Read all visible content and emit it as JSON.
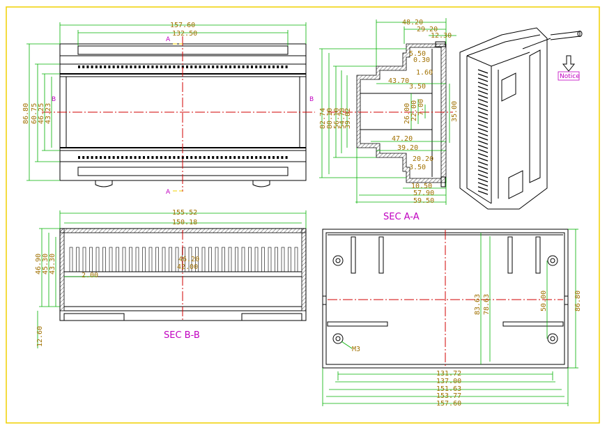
{
  "colors": {
    "frame": "#f0d000",
    "outline": "#000000",
    "dimension_line": "#00b000",
    "dimension_text": "#a07000",
    "center_line": "#d00000",
    "section_label": "#c000c0"
  },
  "front_view": {
    "dims_top": [
      "157.60",
      "132.50"
    ],
    "dims_left": [
      "86.80",
      "60.75",
      "46.25",
      "43.23"
    ],
    "section_marks": {
      "a_top": "A",
      "a_bottom": "A",
      "b_left": "B",
      "b_right": "B"
    }
  },
  "section_a": {
    "label": "SEC A-A",
    "dims_top": [
      "48.20",
      "29.20",
      "12.30"
    ],
    "dims_left": [
      "82.74",
      "80.10",
      "56.10",
      "54.78",
      "39.82"
    ],
    "dims_inner": [
      "5.50",
      "0.30",
      "1.60",
      "43.70",
      "3.50",
      "26.00",
      "22.00",
      "7.00",
      "35.00",
      "47.20",
      "39.20",
      "20.20",
      "3.50"
    ],
    "dims_bottom": [
      "10.50",
      "57.90",
      "59.50"
    ]
  },
  "iso_view": {
    "notice_label": "Notice",
    "arrow_icon": "down-arrow-icon"
  },
  "section_b": {
    "label": "SEC B-B",
    "dims_top": [
      "155.52",
      "150.18"
    ],
    "dims_left": [
      "46.90",
      "45.30",
      "43.30"
    ],
    "dims_inner": [
      "46.20",
      "42.00",
      "2.00"
    ],
    "dim_bottom_left": "12.60"
  },
  "bottom_view": {
    "dims_vertical": [
      "83.63",
      "78.63",
      "50.00",
      "86.80"
    ],
    "dims_bottom": [
      "131.72",
      "137.00",
      "151.63",
      "153.77",
      "157.60"
    ],
    "hole_label": "M3"
  }
}
